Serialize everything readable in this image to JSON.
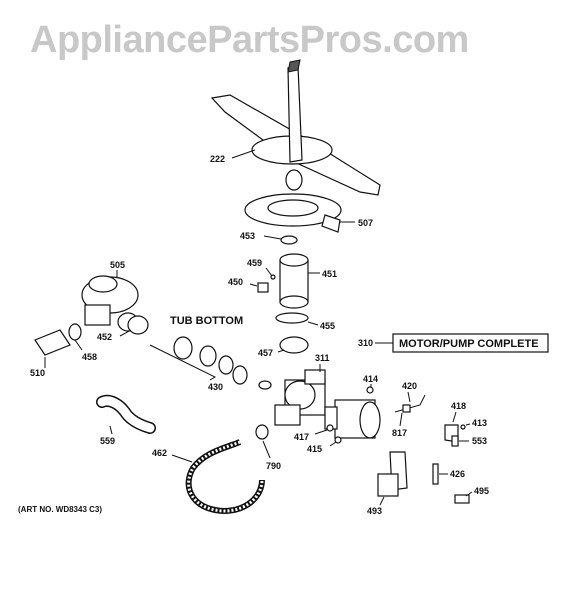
{
  "watermark": "AppliancePartsPros.com",
  "labels": {
    "l222": "222",
    "l507": "507",
    "l453": "453",
    "l451": "451",
    "l459": "459",
    "l450": "450",
    "l505": "505",
    "l455": "455",
    "l452": "452",
    "l458": "458",
    "l510": "510",
    "l457": "457",
    "l311": "311",
    "l310": "310",
    "l430": "430",
    "l414": "414",
    "l420": "420",
    "l418": "418",
    "l413": "413",
    "l553": "553",
    "l817": "817",
    "l417": "417",
    "l415": "415",
    "l559": "559",
    "l462": "462",
    "l790": "790",
    "l426": "426",
    "l495": "495",
    "l493": "493"
  },
  "tub_bottom": "TUB BOTTOM",
  "motor_pump_box": "MOTOR/PUMP COMPLETE",
  "art_no": "(ART NO. WD8343 C3)"
}
